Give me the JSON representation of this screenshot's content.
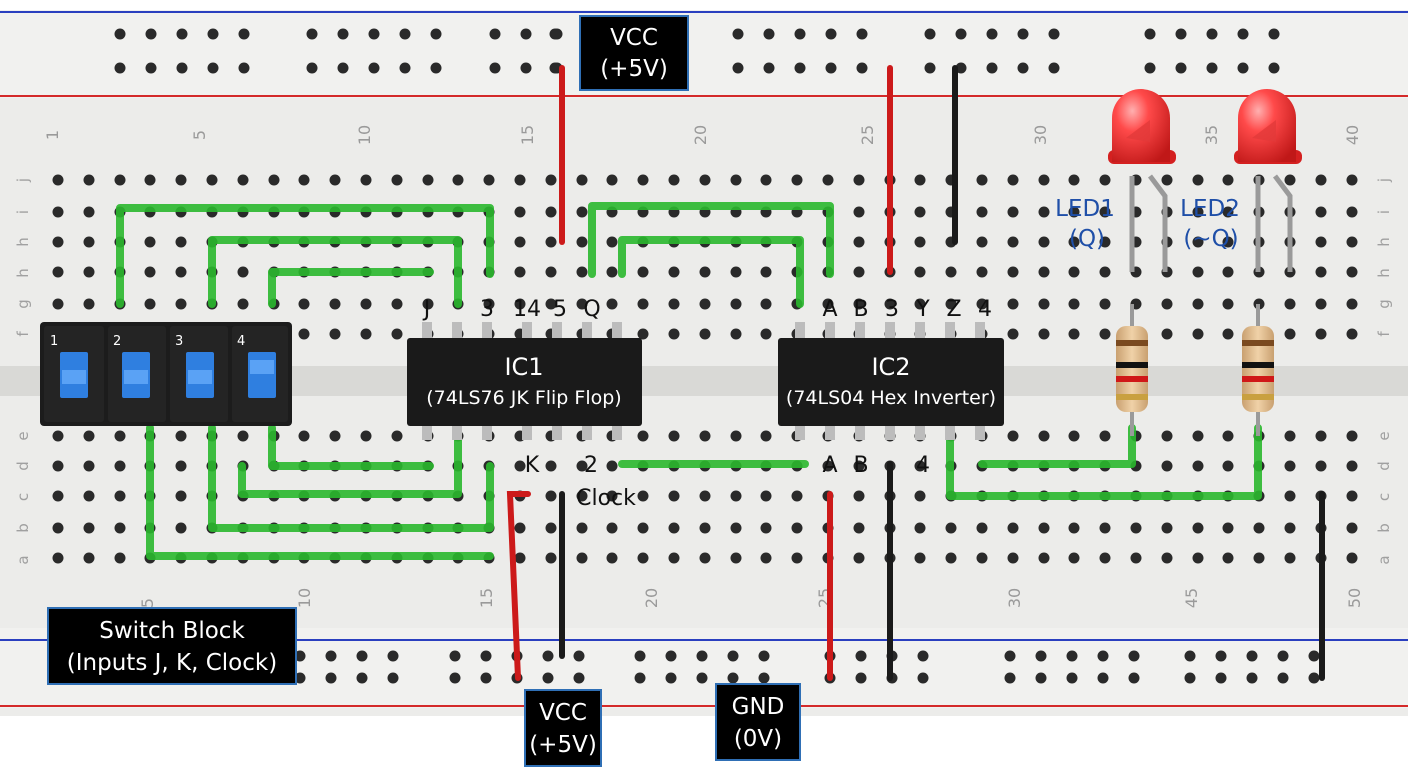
{
  "top_rail_label": {
    "line1": "VCC",
    "line2": "(+5V)"
  },
  "bottom_vcc_label": {
    "line1": "VCC",
    "line2": "(+5V)"
  },
  "bottom_gnd_label": {
    "line1": "GND",
    "line2": "(0V)"
  },
  "switch_block_label": {
    "line1": "Switch Block",
    "line2": "(Inputs J, K, Clock)"
  },
  "switch_numbers": [
    "1",
    "2",
    "3",
    "4"
  ],
  "ic1": {
    "name": "IC1",
    "part": "(74LS76 JK Flip Flop)",
    "top_pin_labels": [
      "J",
      "3",
      "14",
      "5",
      "Q"
    ],
    "bottom_pin_labels": [
      "K",
      "2"
    ],
    "clock_label": "Clock"
  },
  "ic2": {
    "name": "IC2",
    "part": "(74LS04 Hex Inverter)",
    "top_pin_labels": [
      "A",
      "B",
      "3",
      "Y",
      "Z",
      "4"
    ],
    "bottom_pin_labels": [
      "A",
      "B",
      "4"
    ]
  },
  "led1": {
    "line1": "LED1",
    "line2": "(Q)"
  },
  "led2": {
    "line1": "LED2",
    "line2": "(~Q)"
  },
  "column_numbers_top": [
    "1",
    "5",
    "10",
    "15",
    "20",
    "25",
    "30",
    "35",
    "40"
  ],
  "column_numbers_bottom": [
    "5",
    "10",
    "15",
    "20",
    "25",
    "30",
    "45",
    "50"
  ],
  "row_letters_top": [
    "j",
    "i",
    "h",
    "h",
    "g",
    "f"
  ],
  "row_letters_bottom": [
    "e",
    "d",
    "c",
    "b",
    "a"
  ],
  "colors": {
    "wire_green": "#39c43c",
    "wire_red": "#cc1a1a",
    "wire_black": "#1a1a1a",
    "rail_red": "#d42a2a",
    "rail_blue": "#2a3fbf",
    "led_red": "#ff3b3b",
    "switch_blue": "#2f7fe0",
    "label_text_blue": "#1f4fa8"
  }
}
